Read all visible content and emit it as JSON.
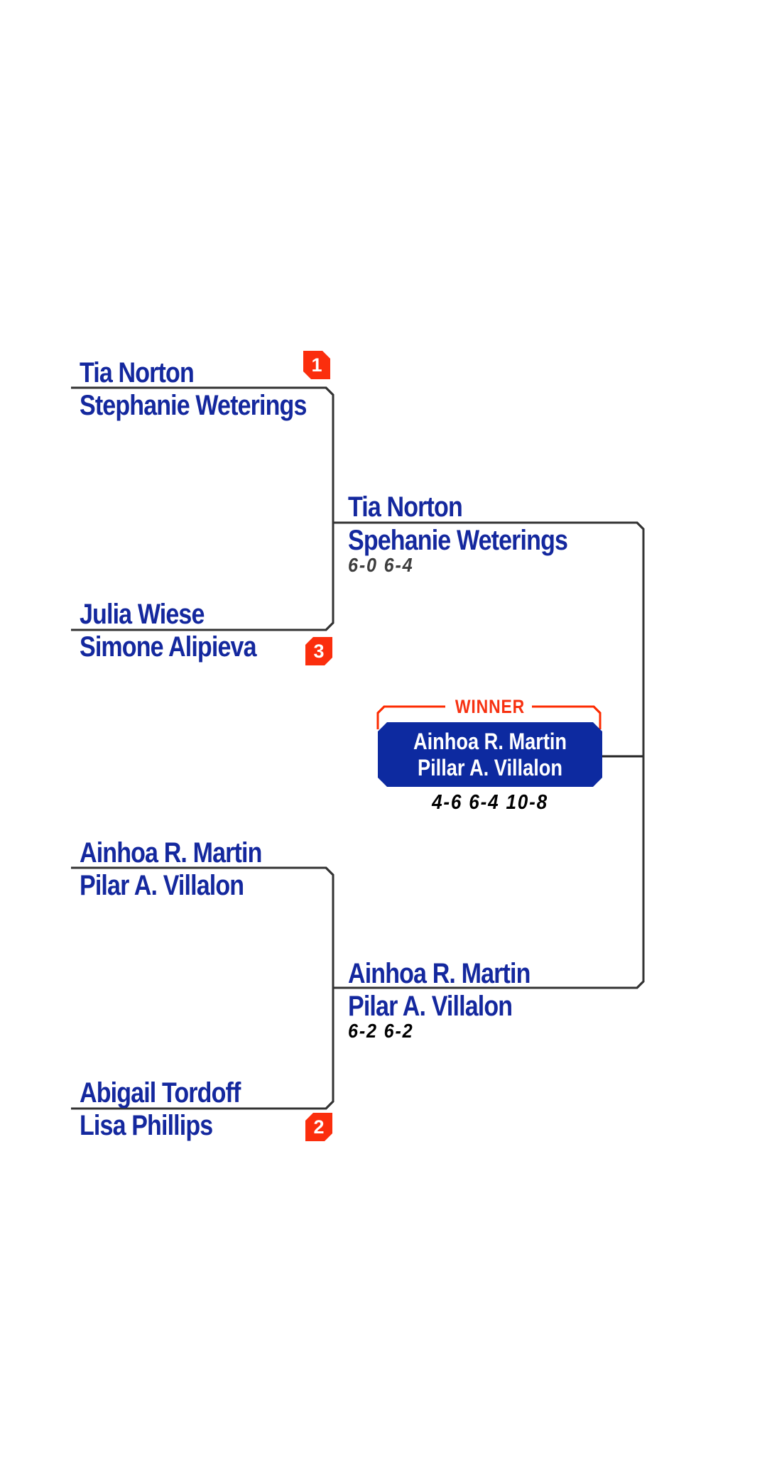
{
  "colors": {
    "name_blue": "#14289e",
    "winner_box_blue": "#0d2aa0",
    "badge_red": "#fb2e0d",
    "winner_label_red": "#f73111",
    "winner_frame_red": "#fd2b01",
    "bracket_line_gray": "#333333",
    "score_gray": "#3d3d3d",
    "score_black": "#000000",
    "white": "#ffffff"
  },
  "round1": {
    "match1": {
      "top_seed": "1",
      "top_team": {
        "player1": "Tia Norton",
        "player2": "Stephanie Weterings"
      },
      "bottom_team": {
        "player1": "Julia Wiese",
        "player2": "Simone Alipieva"
      },
      "bottom_seed": "3"
    },
    "match2": {
      "top_team": {
        "player1": "Ainhoa R. Martin",
        "player2": "Pilar A. Villalon"
      },
      "bottom_team": {
        "player1": "Abigail Tordoff",
        "player2": "Lisa Phillips"
      },
      "bottom_seed": "2"
    }
  },
  "semifinals": {
    "semi1": {
      "team": {
        "player1": "Tia Norton",
        "player2": "Spehanie Weterings"
      },
      "score": "6-0 6-4"
    },
    "semi2": {
      "team": {
        "player1": "Ainhoa R. Martin",
        "player2": "Pilar A. Villalon"
      },
      "score": "6-2 6-2"
    }
  },
  "final": {
    "label": "WINNER",
    "winner_team": {
      "player1": "Ainhoa R. Martin",
      "player2": "Pillar A. Villalon"
    },
    "score": "4-6 6-4 10-8"
  }
}
